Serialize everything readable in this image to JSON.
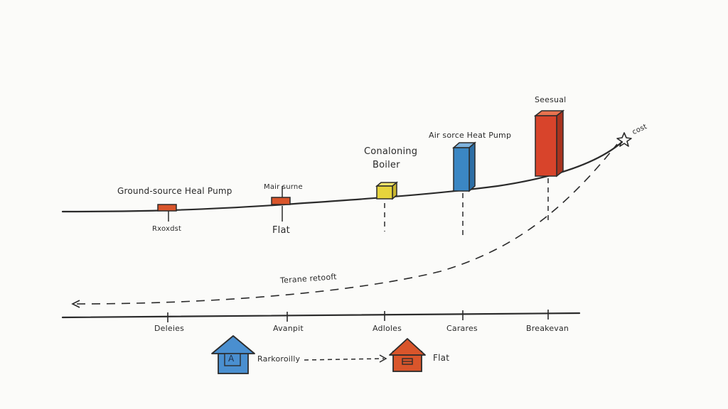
{
  "upper_chart": {
    "end_label": "cost",
    "markers": [
      {
        "name": "Ground-source Heal Pump",
        "below_label": "Rxoxdst",
        "color": "#d9552b"
      },
      {
        "name": "Mair surne",
        "below_label": "Flat",
        "color": "#d9552b"
      },
      {
        "name": "Conaloning Boiler",
        "name_line1": "Conaloning",
        "name_line2": "Boiler",
        "below_label": "",
        "color": "#e6d43c"
      },
      {
        "name": "Air sorce Heat Pump",
        "below_label": "",
        "color": "#3b87c4"
      },
      {
        "name": "Seesual",
        "below_label": "",
        "color": "#d8442b"
      }
    ]
  },
  "curve_label": "Terane retooft",
  "lower_axis": {
    "ticks": [
      "Deleies",
      "Avanpit",
      "Adloles",
      "Carares",
      "Breakevan"
    ]
  },
  "legend": {
    "from_label": "Rarkoroilly",
    "from_house_letter": "A",
    "from_color": "#4a8fd0",
    "to_label": "Flat",
    "to_color": "#d9552b"
  }
}
